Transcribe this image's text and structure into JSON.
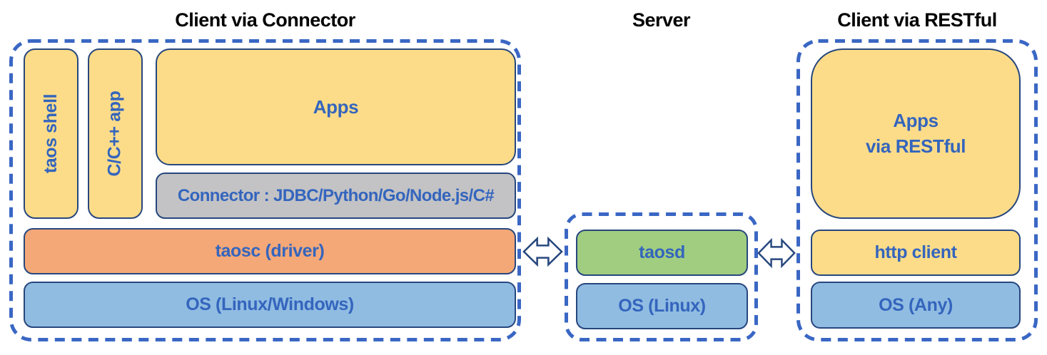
{
  "diagram": {
    "titles": {
      "client_connector": "Client via Connector",
      "server": "Server",
      "client_restful": "Client via RESTful"
    },
    "client_connector": {
      "taos_shell": "taos shell",
      "cpp_app": "C/C++ app",
      "apps": "Apps",
      "connector": "Connector : JDBC/Python/Go/Node.js/C#",
      "taosc": "taosc (driver)",
      "os": "OS (Linux/Windows)"
    },
    "server": {
      "taosd": "taosd",
      "os": "OS (Linux)"
    },
    "client_restful": {
      "apps_line1": "Apps",
      "apps_line2": "via RESTful",
      "http_client": "http client",
      "os": "OS (Any)"
    },
    "icons": {
      "left_link": "double-headed-arrow",
      "right_link": "double-headed-arrow"
    },
    "colors": {
      "background": "#FFFFFF",
      "dashed_border": "#3A67C4",
      "box_border": "#27477E",
      "label_text": "#3465BD",
      "title_text": "#000000",
      "yellow_fill": "#FCDC89",
      "gray_fill": "#C3C3C5",
      "orange_fill": "#F4A878",
      "blue_fill": "#90BCE2",
      "green_fill": "#A0CD80"
    }
  }
}
